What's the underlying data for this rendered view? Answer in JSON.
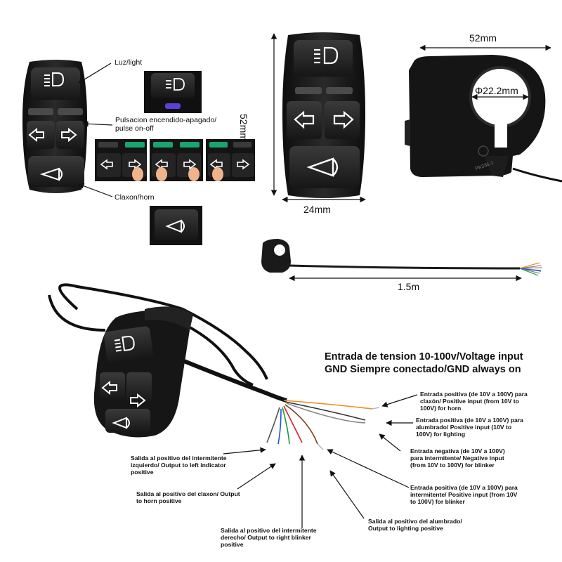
{
  "labels": {
    "light": "Luz/light",
    "pulse": "Pulsacion encendido-apagado/\npulse on-off",
    "horn": "Claxon/horn"
  },
  "dimensions": {
    "width_top": "52mm",
    "height": "52mm",
    "width_bottom": "24mm",
    "inner_diameter": "Φ22.2mm",
    "cable_length": "1.5m"
  },
  "product_mark": "PK336-1",
  "voltage": {
    "line1": "Entrada de tension 10-100v/Voltage input",
    "line2": "GND Siempre conectado/GND always on"
  },
  "wires": {
    "horn_input": "Entrada positiva (de 10V a 100V) para\nclaxón/ Positive input (from 10V to\n100V) for horn",
    "lighting_input": "Entrada positiva (de 10V a 100V) para\nalumbrado/ Positive input (10V to\n100V) for lighting",
    "blinker_negative": "Entrada negativa (de 10V a 100V)\npara intermitente/ Negative input\n(from 10V to 100V) for blinker",
    "blinker_positive": "Entrada positiva (de 10V a 100V) para\nintermitente/ Positive input (from 10V\nto 100V) for blinker",
    "lighting_output": "Salida al positivo del alumbrado/\nOutput to lighting positive",
    "right_blinker_output": "Salida al positivo del intermitente\nderecho/ Output to right blinker\npositive",
    "horn_output": "Salida al positivo del claxon/ Output\nto horn positive",
    "left_indicator_output": "Salida al positivo del intermitente\nizquierdo/ Output to left indicator\npositive"
  },
  "colors": {
    "switch_body": "#1b1b1b",
    "indicator_green": "#18a56e",
    "light_led": "#5b3fd6",
    "wire_orange": "#f08a1e",
    "wire_brown": "#7a3b12",
    "wire_red": "#d82121",
    "wire_green": "#1a9a3a",
    "wire_blue": "#1d55d8"
  }
}
